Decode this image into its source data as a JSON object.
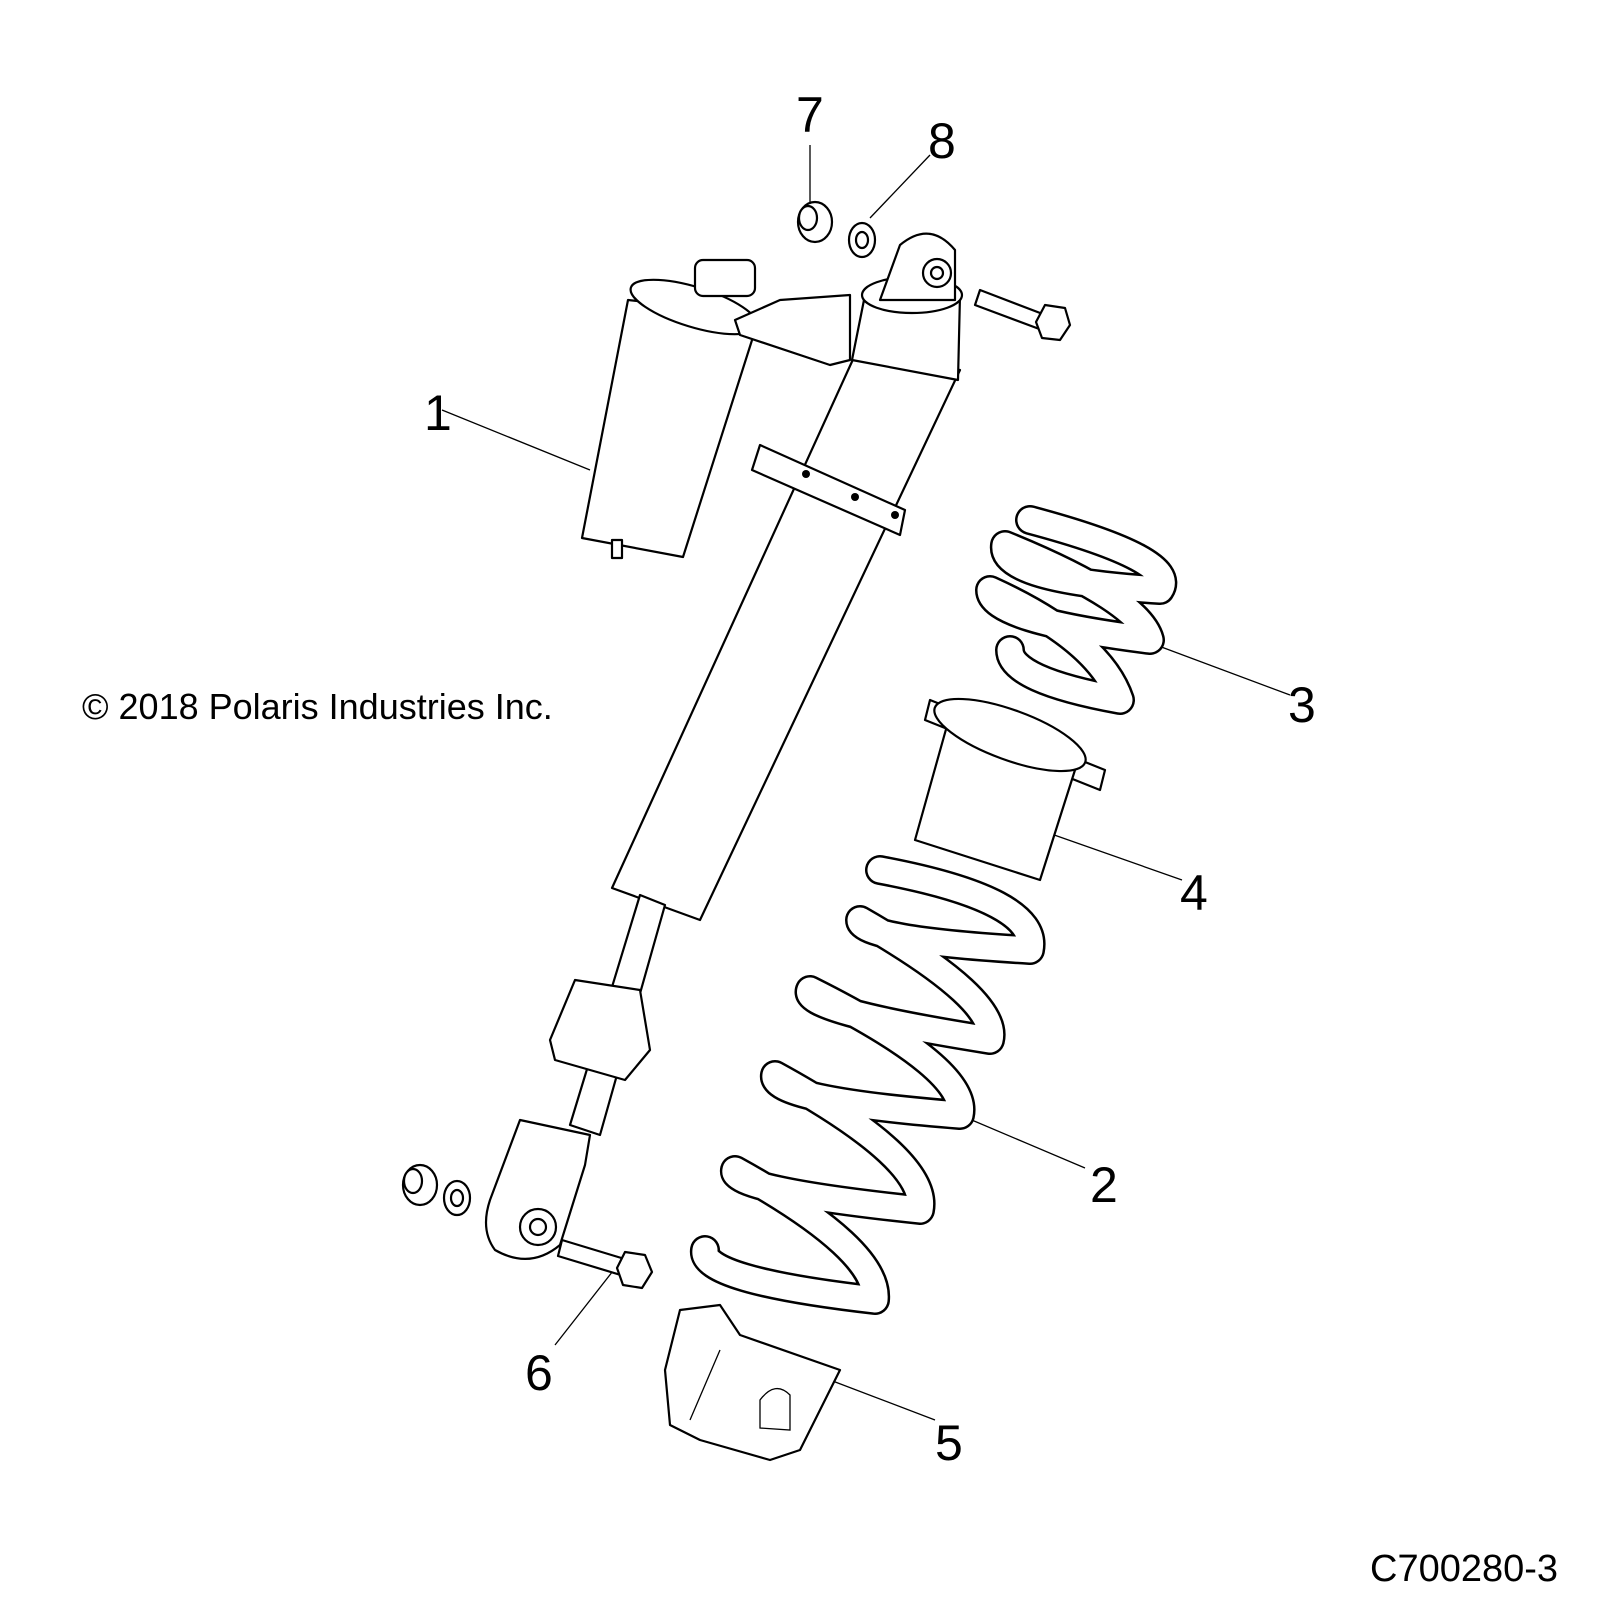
{
  "diagram": {
    "copyright": "© 2018 Polaris Industries Inc.",
    "drawing_code": "C700280-3",
    "callouts": [
      "1",
      "2",
      "3",
      "4",
      "5",
      "6",
      "7",
      "8"
    ]
  }
}
